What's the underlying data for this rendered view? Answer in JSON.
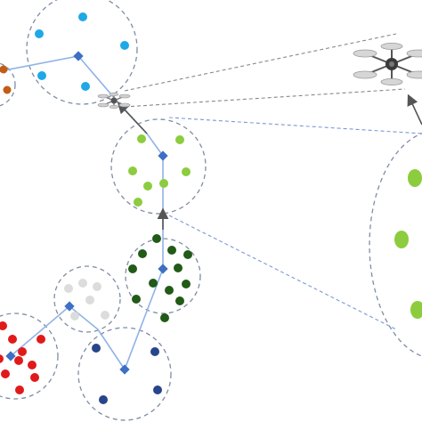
{
  "colors": {
    "background": "#ffffff",
    "cluster_boundary": "#7f8ca3",
    "path": "#8fb3e6",
    "head": "#3d6fc4",
    "zoom_lines": "#7b98d6",
    "drone_lines": "#888888",
    "arrow": "#555555"
  },
  "clusters": [
    {
      "name": "blue",
      "color": "#1ea8e6"
    },
    {
      "name": "light-green",
      "color": "#8ccc3e"
    },
    {
      "name": "dark-green",
      "color": "#225a17"
    },
    {
      "name": "gray",
      "color": "#dcdcdc"
    },
    {
      "name": "red",
      "color": "#e01a1a"
    },
    {
      "name": "navy",
      "color": "#27458a"
    },
    {
      "name": "orange",
      "color": "#c45b16"
    }
  ],
  "icons": {
    "uav": "drone-icon",
    "cluster_head": "diamond-icon"
  }
}
